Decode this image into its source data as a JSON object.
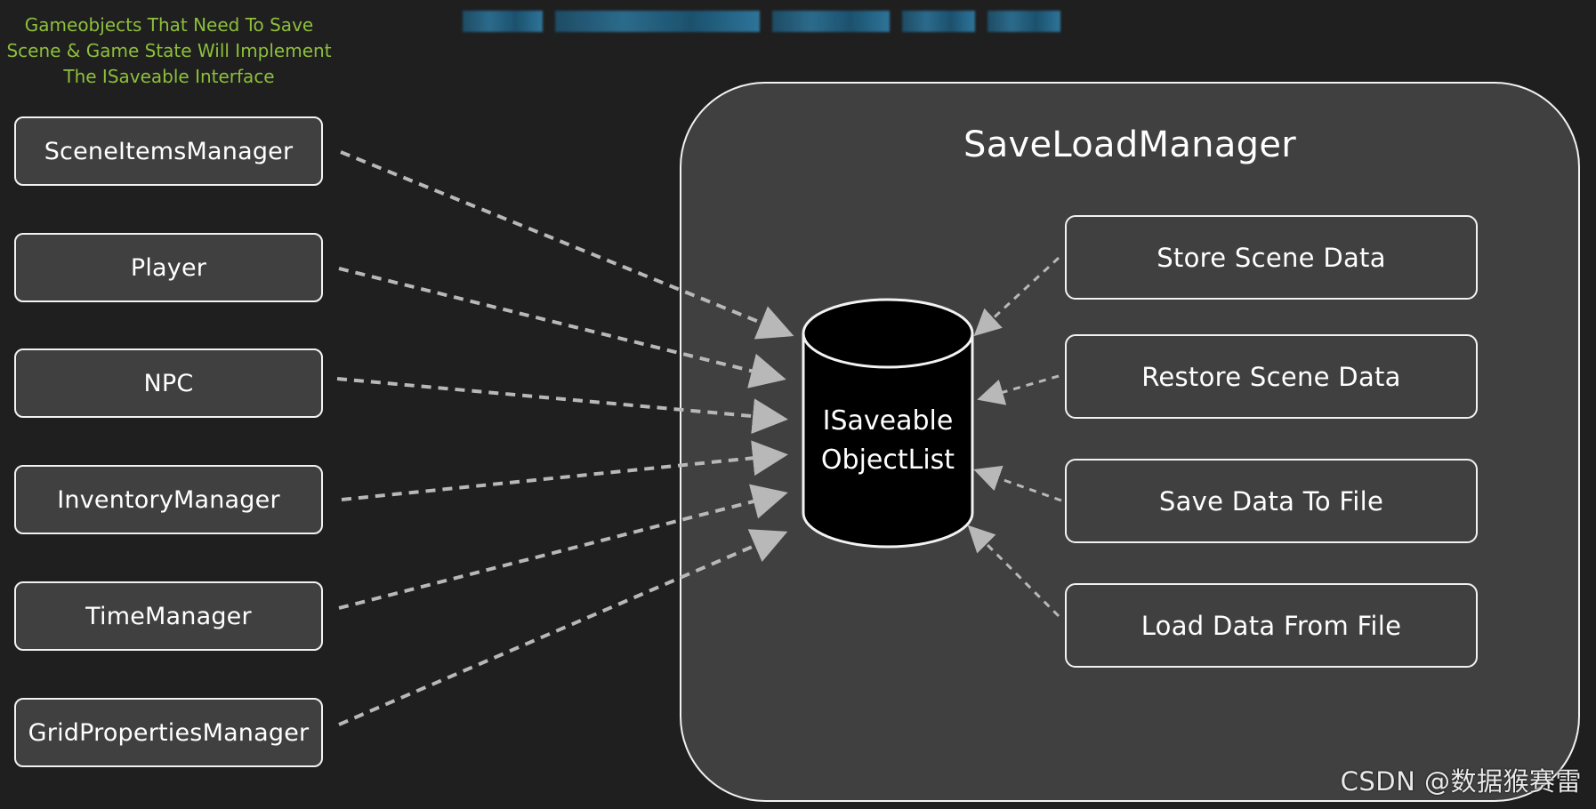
{
  "header_note": "Gameobjects That Need To Save\nScene & Game State Will Implement\nThe ISaveable Interface",
  "left_components": [
    "SceneItemsManager",
    "Player",
    "NPC",
    "InventoryManager",
    "TimeManager",
    "GridPropertiesManager"
  ],
  "manager": {
    "title": "SaveLoadManager",
    "list_label": "ISaveable\nObjectList",
    "actions": [
      "Store Scene Data",
      "Restore Scene Data",
      "Save Data To File",
      "Load Data From File"
    ]
  },
  "watermark": "CSDN @数据猴赛雷",
  "colors": {
    "background": "#1f1f1f",
    "box_fill": "#404040",
    "box_border": "#f2f2f2",
    "note_text": "#8dbf3b",
    "connector": "#b8b8b8",
    "blurred_title": "#2d6f92"
  }
}
